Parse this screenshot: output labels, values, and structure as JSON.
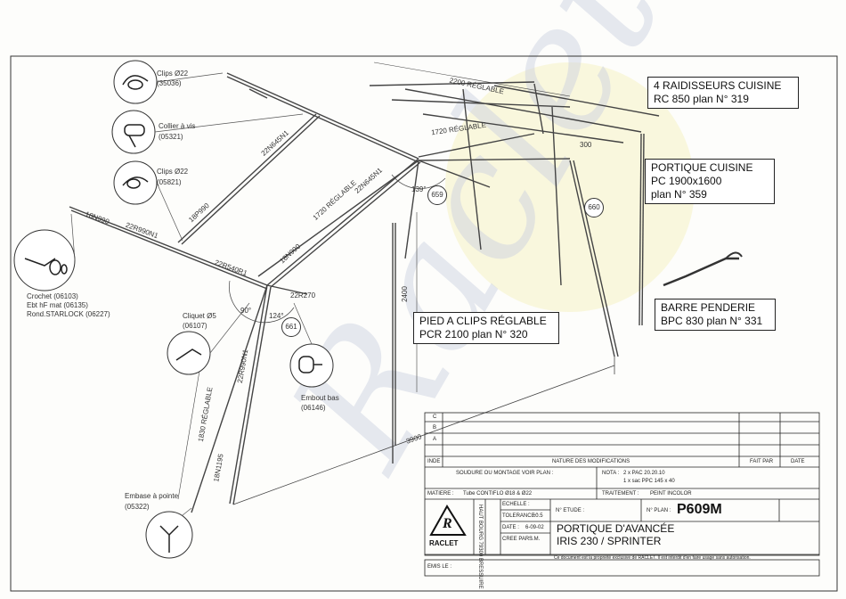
{
  "watermark": {
    "text": "Raclet",
    "colors": {
      "circle": "#f6f3c6",
      "text": "#c9cfe0"
    }
  },
  "callouts": {
    "raidisseurs": {
      "title": "4 RAIDISSEURS CUISINE",
      "ref": "RC 850 plan N° 319"
    },
    "portique_cuisine": {
      "title": "PORTIQUE CUISINE",
      "size": "PC 1900x1600",
      "ref": "plan N° 359"
    },
    "barre_penderie": {
      "title": "BARRE PENDERIE",
      "ref": "BPC 830 plan N° 331"
    },
    "pied_clips": {
      "title": "PIED A CLIPS RÉGLABLE",
      "ref": "PCR 2100 plan N° 320"
    }
  },
  "parts": {
    "clips1": {
      "name": "Clips Ø22",
      "ref": "(35036)"
    },
    "collier": {
      "name": "Collier à vis",
      "ref": "(05321)"
    },
    "clips2": {
      "name": "Clips Ø22",
      "ref": "(05821)"
    },
    "crochet": {
      "line1": "Crochet (06103)",
      "line2": "Ebt hF mat (06135)",
      "line3": "Rond.STARLOCK (06227)"
    },
    "cliquet": {
      "name": "Cliquet Ø5",
      "ref": "(06107)"
    },
    "embout": {
      "name": "Embout bas",
      "ref": "(06146)"
    },
    "embase": {
      "name": "Embase à pointe",
      "ref": "(05322)"
    }
  },
  "dimensions": {
    "d2200": "2200 RÉGLABLE",
    "d1720a": "1720 RÉGLABLE",
    "d300": "300",
    "d22n645a": "22N645N1",
    "d22n645b": "22N645N1",
    "d1720b": "1720 RÉGLABLE",
    "d18p990a": "18P990",
    "d18n990a": "18N990",
    "d22r990": "22R990N1",
    "d22r540": "22R540R1",
    "d18n990b": "18N990",
    "d22r270": "22R270",
    "d2400": "2400",
    "d1830": "1830 RÉGLABLE",
    "d22r990b": "22R990N1",
    "d18n1195": "18N1195",
    "d3900": "3900",
    "d139": "139°",
    "d90": "90°",
    "d124": "124°"
  },
  "circles": {
    "c659": "659",
    "c660": "660",
    "c661": "661"
  },
  "title_block": {
    "rev_c": "C",
    "rev_b": "B",
    "rev_a": "A",
    "ind": "INDE",
    "nature": "NATURE DES MODIFICATIONS",
    "fait_par": "FAIT PAR",
    "date_col": "DATE",
    "soudure": "SOUDURE OU MONTAGE VOIR PLAN :",
    "nota_label": "NOTA :",
    "nota1": "2 x PAC 20.20.10",
    "nota2": "1 x sac PPC 145 x 40",
    "matiere_label": "MATIERE :",
    "matiere": "Tube CONTIFLO Ø18 & Ø22",
    "traitement_label": "TRAITEMENT :",
    "traitement": "PEINT INCOLOR",
    "echelle_label": "ECHELLE :",
    "tolerance_label": "TOLERANCE :",
    "tolerance": "±0.5",
    "date_label": "DATE :",
    "date": "6-09-02",
    "cree_label": "CREE PAR :",
    "cree": "S.M.",
    "etude_label": "N° ETUDE :",
    "plan_label": "N° PLAN :",
    "plan": "P609M",
    "title1": "PORTIQUE D'AVANCÉE",
    "title2": "IRIS 230 / SPRINTER",
    "company": "RACLET",
    "address": "HAUT BOURG 79300 BRESSUIRE",
    "disclaimer": "Ce document est la propriété exclusive de RACLET. Il est interdit d'en faire usage sans autorisation.",
    "emis_label": "EMIS LE :"
  }
}
